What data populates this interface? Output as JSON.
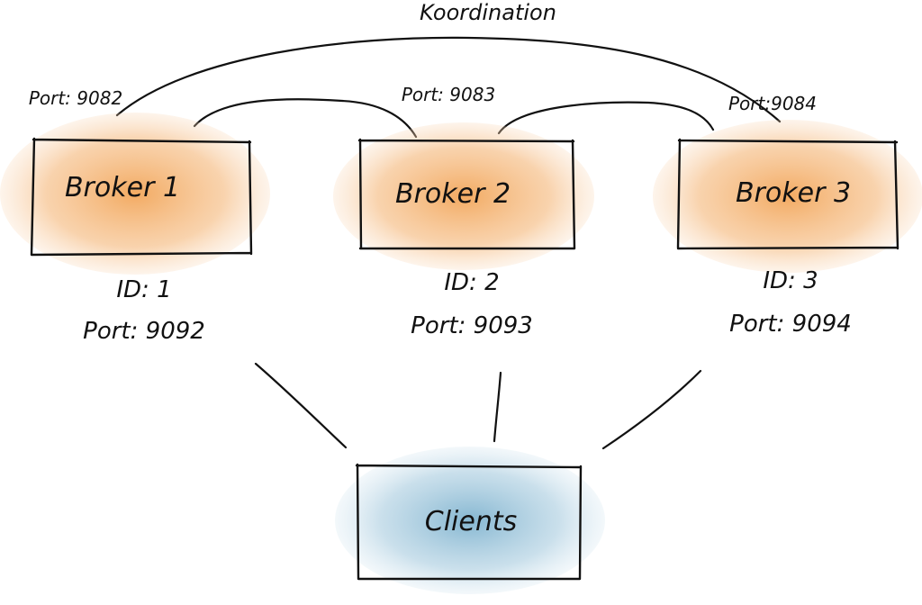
{
  "coordination": {
    "label": "Koordination"
  },
  "brokers": [
    {
      "name": "Broker 1",
      "port_label": "Port: 9082",
      "id_label": "ID: 1",
      "client_port_label": "Port: 9092"
    },
    {
      "name": "Broker 2",
      "port_label": "Port: 9083",
      "id_label": "ID: 2",
      "client_port_label": "Port: 9093"
    },
    {
      "name": "Broker 3",
      "port_label": "Port:9084",
      "id_label": "ID: 3",
      "client_port_label": "Port: 9094"
    }
  ],
  "clients": {
    "name": "Clients"
  },
  "colors": {
    "broker_fill": "#f2a65a",
    "clients_fill": "#7fb3cf",
    "stroke": "#111111"
  }
}
